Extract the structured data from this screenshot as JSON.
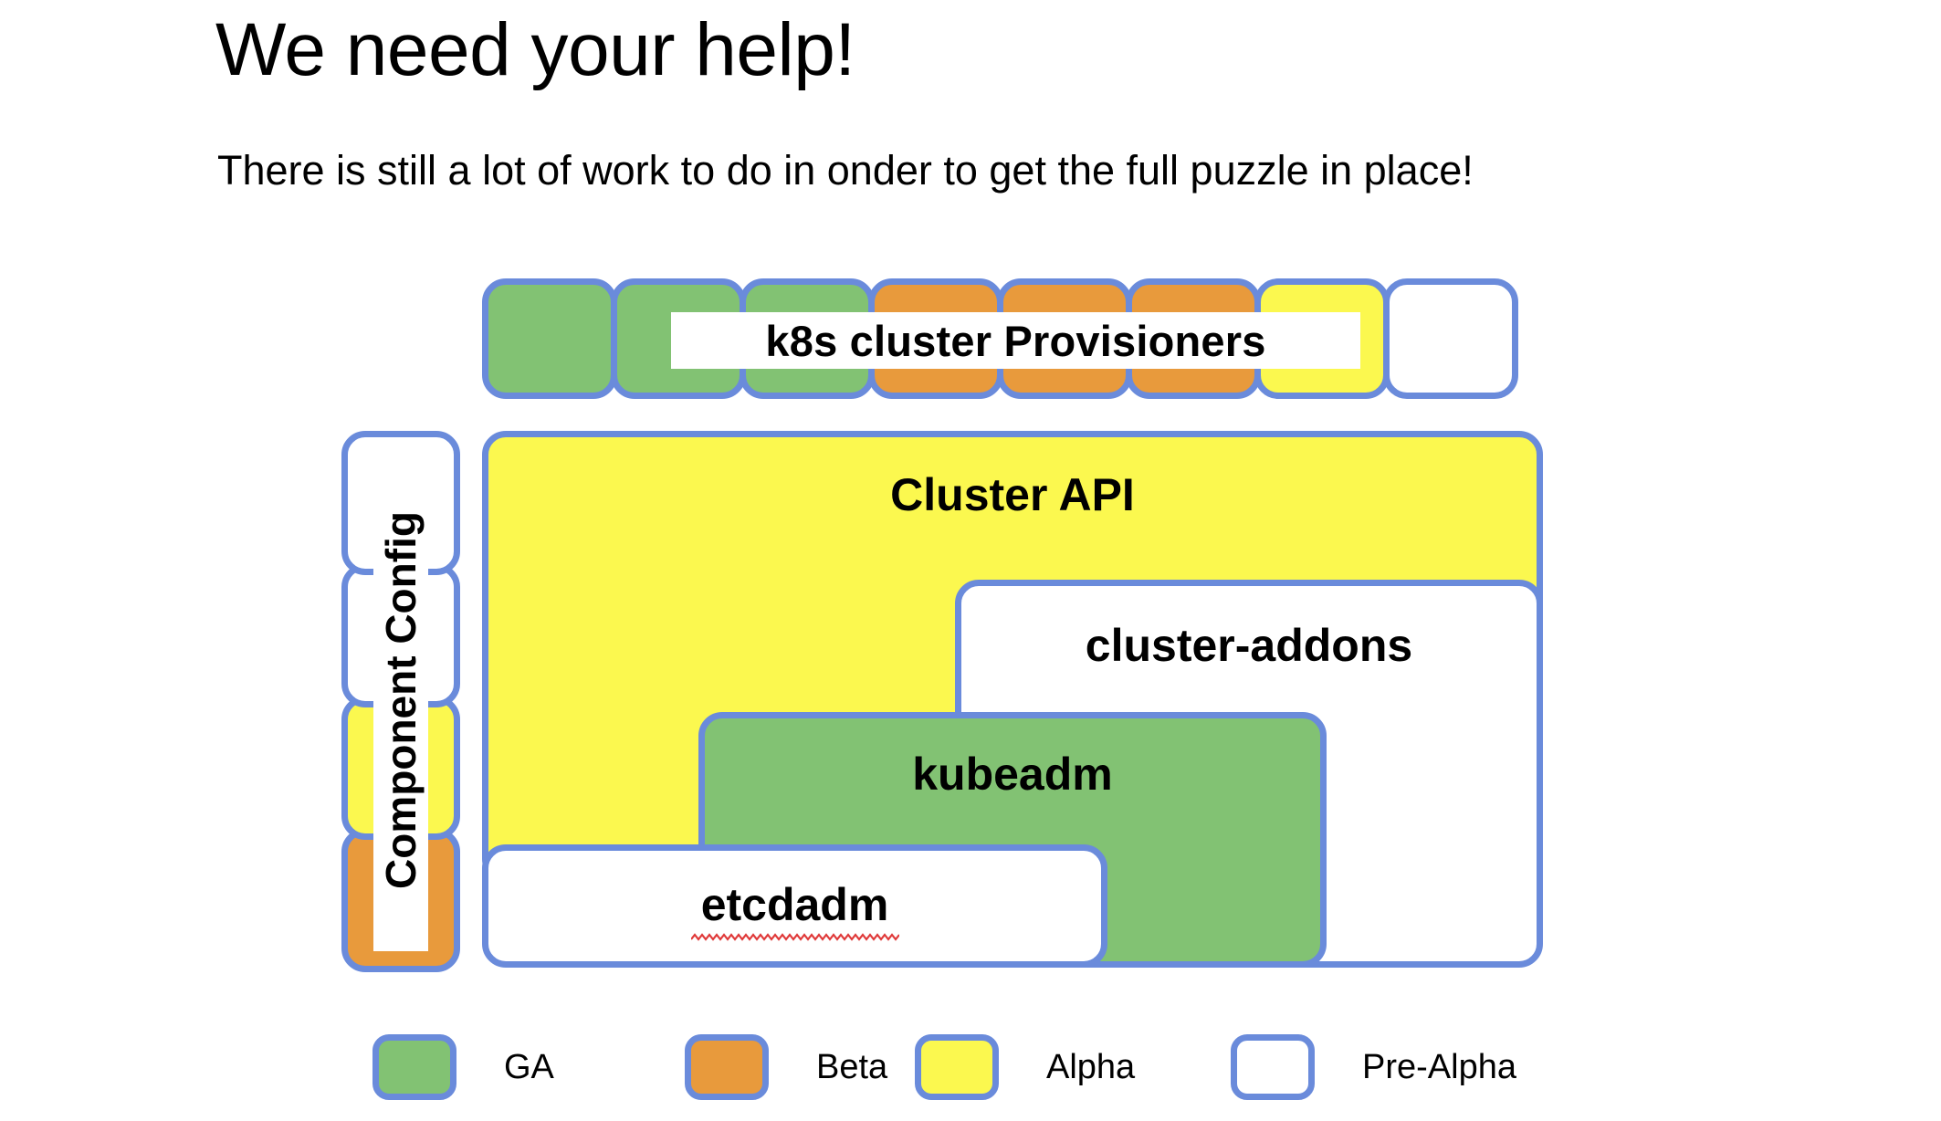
{
  "slide": {
    "title": "We need your help!",
    "subtitle": "There is still a lot of work to do in onder to get the full puzzle in place!"
  },
  "colors": {
    "ga_green": "#82c273",
    "beta_orange": "#e89a3c",
    "alpha_yellow": "#fbf84f",
    "pre_alpha_white": "#ffffff",
    "border_blue": "#6a8bdb",
    "background": "#ffffff",
    "text": "#000000",
    "spellcheck_red": "#e03a3a"
  },
  "diagram": {
    "provisioner_row": {
      "label": "k8s cluster Provisioners",
      "cells": [
        {
          "name": "provisioner-cell-1",
          "status": "GA",
          "color": "#82c273"
        },
        {
          "name": "provisioner-cell-2",
          "status": "GA",
          "color": "#82c273"
        },
        {
          "name": "provisioner-cell-3",
          "status": "GA",
          "color": "#82c273"
        },
        {
          "name": "provisioner-cell-4",
          "status": "Beta",
          "color": "#e89a3c"
        },
        {
          "name": "provisioner-cell-5",
          "status": "Beta",
          "color": "#e89a3c"
        },
        {
          "name": "provisioner-cell-6",
          "status": "Beta",
          "color": "#e89a3c"
        },
        {
          "name": "provisioner-cell-7",
          "status": "Alpha",
          "color": "#fbf84f"
        },
        {
          "name": "provisioner-cell-8",
          "status": "Pre-Alpha",
          "color": "#ffffff"
        }
      ]
    },
    "component_config": {
      "label": "Component Config",
      "cells": [
        {
          "name": "component-config-cell-1",
          "status": "Pre-Alpha",
          "color": "#ffffff"
        },
        {
          "name": "component-config-cell-2",
          "status": "Pre-Alpha",
          "color": "#ffffff"
        },
        {
          "name": "component-config-cell-3",
          "status": "Alpha",
          "color": "#fbf84f"
        },
        {
          "name": "component-config-cell-4",
          "status": "Beta",
          "color": "#e89a3c"
        }
      ]
    },
    "boxes": {
      "cluster_api": {
        "label": "Cluster API",
        "status": "Alpha",
        "color": "#fbf84f"
      },
      "cluster_addons": {
        "label": "cluster-addons",
        "status": "Pre-Alpha",
        "color": "#ffffff"
      },
      "kubeadm": {
        "label": "kubeadm",
        "status": "GA",
        "color": "#82c273"
      },
      "etcdadm": {
        "label": "etcdadm",
        "status": "Pre-Alpha",
        "color": "#ffffff",
        "spellcheck_underline": true
      }
    }
  },
  "legend": {
    "items": [
      {
        "label": "GA",
        "color": "#82c273"
      },
      {
        "label": "Beta",
        "color": "#e89a3c"
      },
      {
        "label": "Alpha",
        "color": "#fbf84f"
      },
      {
        "label": "Pre-Alpha",
        "color": "#ffffff"
      }
    ]
  }
}
